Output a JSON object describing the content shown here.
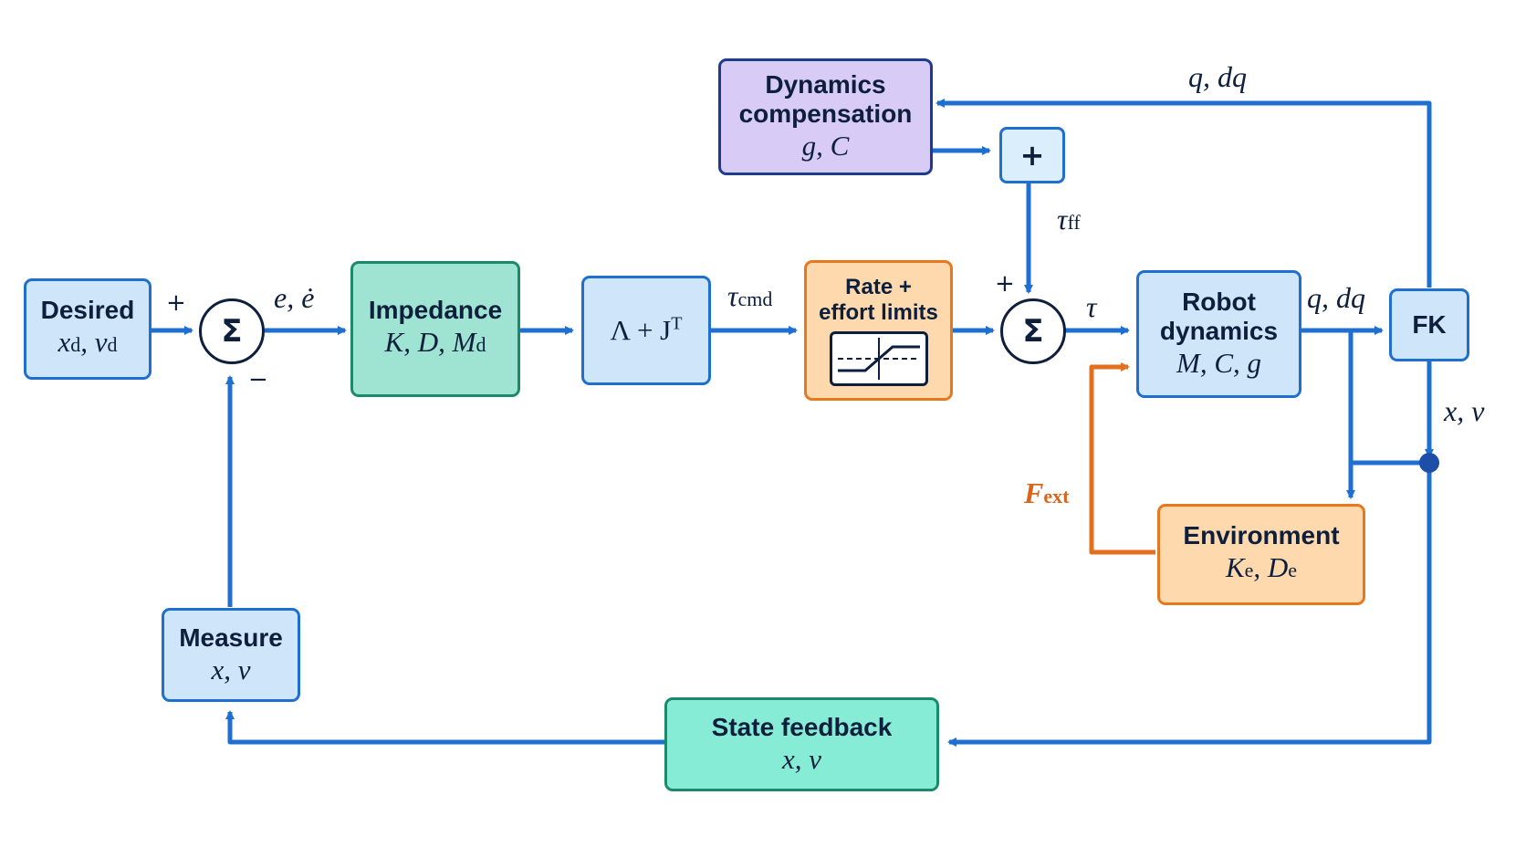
{
  "blocks": {
    "desired": {
      "title": "Desired",
      "sym1": "x",
      "sub1": "d",
      "sep": ", ",
      "sym2": "v",
      "sub2": "d"
    },
    "impedance": {
      "title": "Impedance",
      "math": "K, D, M",
      "sub": "d"
    },
    "lambda": {
      "math": "Λ + J",
      "sup": "T"
    },
    "limits": {
      "line1": "Rate +",
      "line2": "effort limits"
    },
    "robot": {
      "line1": "Robot",
      "line2": "dynamics",
      "math": "M, C, g"
    },
    "fk": {
      "title": "FK"
    },
    "environment": {
      "title": "Environment",
      "sym1": "K",
      "sub1": "e",
      "sep": ", ",
      "sym2": "D",
      "sub2": "e"
    },
    "dynamics_comp": {
      "line1": "Dynamics",
      "line2": "compensation",
      "math": "g, C"
    },
    "plus_block": {
      "symbol": "+"
    },
    "measure": {
      "title": "Measure",
      "math": "x, v"
    },
    "state_feedback": {
      "title": "State feedback",
      "math": "x, v"
    }
  },
  "sums": {
    "sum1": "Σ",
    "sum2": "Σ"
  },
  "signs": {
    "sum1_plus": "+",
    "sum1_minus": "−",
    "sum2_plus": "+"
  },
  "labels": {
    "error": "e, ė",
    "tau_cmd": {
      "sym": "τ",
      "sub": "cmd"
    },
    "tau_ff": {
      "sym": "τ",
      "sub": "ff"
    },
    "tau": "τ",
    "q_dq_top": "q, dq",
    "q_dq_right": "q, dq",
    "x_v_right": "x, v",
    "f_ext": {
      "sym": "F",
      "sub": "ext"
    }
  },
  "colors": {
    "wire": "#1f6fd0",
    "force_wire": "#e2701f",
    "text": "#0e1f3d"
  }
}
